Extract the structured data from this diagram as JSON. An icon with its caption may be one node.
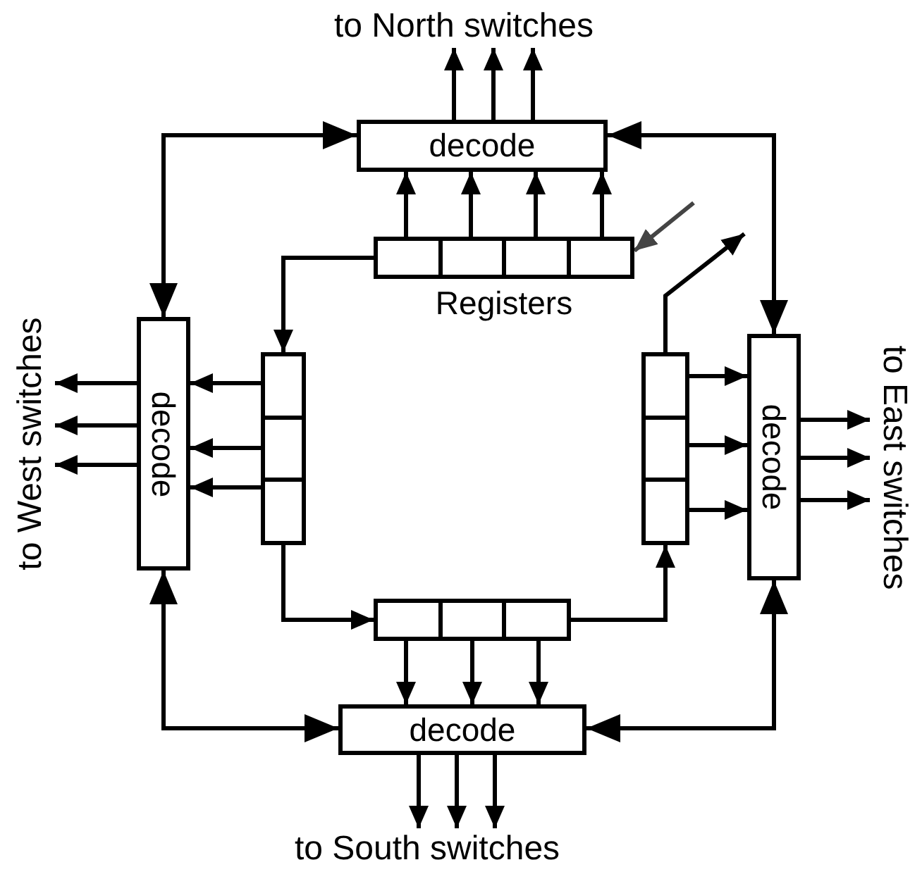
{
  "diagram": {
    "nodes": [
      {
        "text": [
          "to North switches"
        ]
      },
      {
        "text": [
          "decode"
        ]
      },
      {
        "text": [],
        "shape": "box",
        "beside": [
          "Registers"
        ]
      },
      {
        "text": [],
        "shape": "box",
        "in": 2
      },
      {
        "text": [],
        "shape": "box",
        "in": 2
      },
      {
        "text": [],
        "shape": "box",
        "in": 2
      },
      {
        "text": [],
        "shape": "box",
        "in": 2
      },
      {
        "text": [
          "to West switches"
        ]
      },
      {
        "text": [
          "decode"
        ]
      },
      {
        "text": [],
        "shape": "box"
      },
      {
        "text": [],
        "shape": "box",
        "in": 9
      },
      {
        "text": [],
        "shape": "box",
        "in": 9
      },
      {
        "text": [],
        "shape": "box",
        "in": 9
      },
      {
        "text": [],
        "shape": "box"
      },
      {
        "text": [],
        "shape": "box",
        "in": 13
      },
      {
        "text": [],
        "shape": "box",
        "in": 13
      },
      {
        "text": [],
        "shape": "box",
        "in": 13
      },
      {
        "text": [
          "decode"
        ]
      },
      {
        "text": [
          "to East switches"
        ]
      },
      {
        "text": [],
        "shape": "box"
      },
      {
        "text": [],
        "shape": "box",
        "in": 19
      },
      {
        "text": [],
        "shape": "box",
        "in": 19
      },
      {
        "text": [],
        "shape": "box",
        "in": 19
      },
      {
        "text": [
          "decode"
        ]
      },
      {
        "text": [
          "to South switches"
        ]
      }
    ],
    "edges": [
      {
        "from": 1,
        "to": 0,
        "arrow": "to"
      },
      {
        "from": 1,
        "to": 0,
        "arrow": "to"
      },
      {
        "from": 1,
        "to": 0,
        "arrow": "to"
      },
      {
        "from": 3,
        "to": 1,
        "arrow": "to"
      },
      {
        "from": 4,
        "to": 1,
        "arrow": "to"
      },
      {
        "from": 5,
        "to": 1,
        "arrow": "to"
      },
      {
        "from": 6,
        "to": 1,
        "arrow": "to"
      },
      {
        "from": 1,
        "to": 8,
        "arrow": "both"
      },
      {
        "from": 1,
        "to": 17,
        "arrow": "both"
      },
      {
        "from": 3,
        "to": 10,
        "arrow": "to"
      },
      {
        "from": 10,
        "to": 8,
        "arrow": "to"
      },
      {
        "from": 11,
        "to": 8,
        "arrow": "to"
      },
      {
        "from": 12,
        "to": 8,
        "arrow": "to"
      },
      {
        "from": 8,
        "to": 7,
        "arrow": "to"
      },
      {
        "from": 8,
        "to": 7,
        "arrow": "to"
      },
      {
        "from": 8,
        "to": 7,
        "arrow": "to"
      },
      {
        "from": 12,
        "to": 20,
        "arrow": "to"
      },
      {
        "from": 20,
        "to": 23,
        "arrow": "to"
      },
      {
        "from": 21,
        "to": 23,
        "arrow": "to"
      },
      {
        "from": 22,
        "to": 23,
        "arrow": "to"
      },
      {
        "from": 23,
        "to": 24,
        "arrow": "to"
      },
      {
        "from": 23,
        "to": 24,
        "arrow": "to"
      },
      {
        "from": 23,
        "to": 24,
        "arrow": "to"
      },
      {
        "from": 8,
        "to": 23,
        "arrow": "both"
      },
      {
        "from": 17,
        "to": 23,
        "arrow": "both"
      },
      {
        "from": 22,
        "to": 16,
        "arrow": "to"
      },
      {
        "from": 14,
        "to": 17,
        "arrow": "to"
      },
      {
        "from": 15,
        "to": 17,
        "arrow": "to"
      },
      {
        "from": 16,
        "to": 17,
        "arrow": "to"
      },
      {
        "from": 17,
        "to": 18,
        "arrow": "to"
      },
      {
        "from": 17,
        "to": 18,
        "arrow": "to"
      },
      {
        "from": 17,
        "to": 18,
        "arrow": "to"
      },
      {
        "from": 14,
        "to": null,
        "arrow": "to"
      },
      {
        "from": null,
        "to": 6,
        "arrow": "to",
        "color": "#444444"
      }
    ]
  }
}
